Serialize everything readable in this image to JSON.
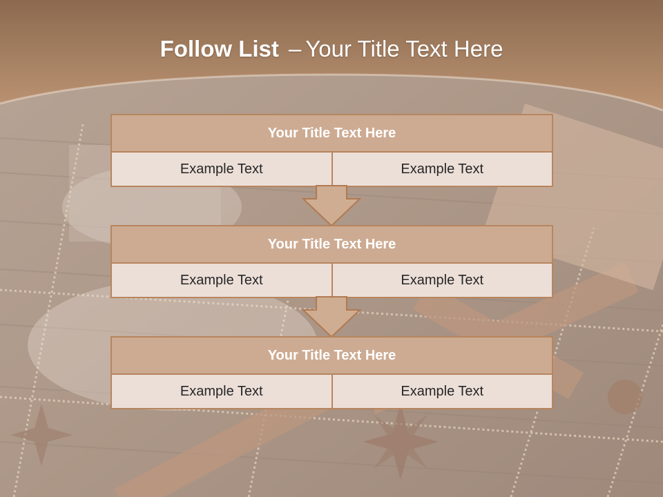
{
  "slide": {
    "title_bold": "Follow List",
    "title_dash": "–",
    "title_rest": "Your Title Text Here"
  },
  "blocks": [
    {
      "title": "Your Title Text Here",
      "cells": [
        "Example Text",
        "Example Text"
      ]
    },
    {
      "title": "Your Title Text Here",
      "cells": [
        "Example Text",
        "Example Text"
      ]
    },
    {
      "title": "Your Title Text Here",
      "cells": [
        "Example Text",
        "Example Text"
      ]
    }
  ],
  "colors": {
    "header_band": "#a07a5c",
    "block_head_fill": "#cdab92",
    "block_border": "#b7855e",
    "cell_fill": "#ecdfd8",
    "arrow_fill": "#cfad92"
  }
}
